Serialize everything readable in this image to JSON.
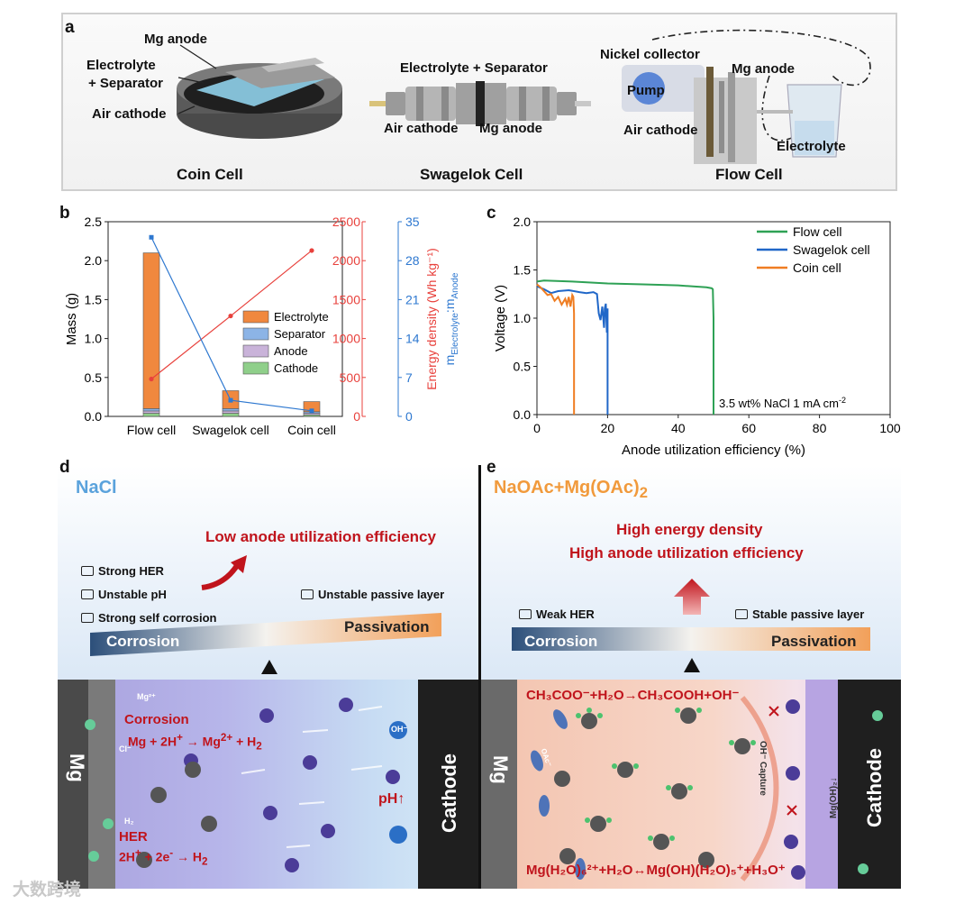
{
  "panel_a": {
    "letter": "a",
    "coin": {
      "caption": "Coin Cell",
      "mg_anode": "Mg anode",
      "electrolyte_1": "Electrolyte",
      "electrolyte_2": "+ Separator",
      "air_cathode": "Air cathode"
    },
    "swagelok": {
      "caption": "Swagelok Cell",
      "electrolyte": "Electrolyte + Separator",
      "air_cathode": "Air cathode",
      "mg_anode": "Mg anode"
    },
    "flow": {
      "caption": "Flow Cell",
      "nickel": "Nickel collector",
      "pump": "Pump",
      "mg_anode": "Mg anode",
      "air_cathode": "Air cathode",
      "electrolyte": "Electrolyte"
    }
  },
  "panel_b": {
    "letter": "b",
    "colors": {
      "electrolyte": "#f0883e",
      "separator": "#8cb4e6",
      "anode": "#c9b3d9",
      "cathode": "#8fcf8a",
      "energy": "#e8413c",
      "ratio": "#2e78d0"
    }
  },
  "panel_c": {
    "letter": "c",
    "annotation_1": "3.5 wt% NaCl",
    "annotation_2": "1 mA cm",
    "annotation_sup": "-2",
    "colors": {
      "flow": "#2ea155",
      "swagelok": "#2067c8",
      "coin": "#ef7d22"
    }
  },
  "panel_d": {
    "letter": "d",
    "title": "NaCl",
    "headline": "Low anode utilization efficiency",
    "checks": [
      "Strong HER",
      "Unstable pH",
      "Strong self corrosion"
    ],
    "passive": "Unstable passive layer",
    "scale_left": "Corrosion",
    "scale_right": "Passivation",
    "mg": "Mg",
    "cathode": "Cathode",
    "corrosion_title": "Corrosion",
    "corrosion_eq_1": "Mg + 2H",
    "corrosion_eq_2": " → Mg",
    "corrosion_eq_3": " + H",
    "her_title": "HER",
    "her_eq_1": "2H",
    "her_eq_2": " + 2e",
    "her_eq_3": " → H",
    "ph": "pH↑",
    "ion_mg": "Mg²⁺",
    "ion_cl": "Cl⁻",
    "ion_h2": "H₂",
    "ion_oh": "OH⁻"
  },
  "panel_e": {
    "letter": "e",
    "title_1": "NaOAc+Mg(OAc)",
    "title_sub": "2",
    "headline_1": "High energy density",
    "headline_2": "High anode utilization efficiency",
    "check_left": "Weak HER",
    "check_right": "Stable passive layer",
    "scale_left": "Corrosion",
    "scale_right": "Passivation",
    "mg": "Mg",
    "cathode": "Cathode",
    "eq_top": "CH₃COO⁻+H₂O→CH₃COOH+OH⁻",
    "eq_bottom": "Mg(H₂O)₆²⁺+H₂O↔Mg(OH)(H₂O)₅⁺+H₃O⁺",
    "oh_capture": "OH⁻ Capture",
    "mgoh2": "Mg(OH)₂↓",
    "oac": "OAc⁻"
  },
  "watermark": "大数跨境",
  "chart_data": [
    {
      "type": "bar",
      "panel": "b",
      "categories": [
        "Flow cell",
        "Swagelok cell",
        "Coin cell"
      ],
      "stacked_series": [
        {
          "name": "Cathode",
          "values": [
            0.04,
            0.04,
            0.02
          ]
        },
        {
          "name": "Anode",
          "values": [
            0.03,
            0.03,
            0.02
          ]
        },
        {
          "name": "Separator",
          "values": [
            0.03,
            0.03,
            0.02
          ]
        },
        {
          "name": "Electrolyte",
          "values": [
            2.0,
            0.23,
            0.13
          ]
        }
      ],
      "line_series": [
        {
          "axis": "right1",
          "values": [
            480,
            1290,
            2130
          ]
        },
        {
          "axis": "right2",
          "values": [
            32.2,
            2.9,
            1.0
          ]
        }
      ],
      "ylabel": "Mass (g)",
      "ylim": [
        0,
        2.5
      ],
      "yticks": [
        "0.0",
        "0.5",
        "1.0",
        "1.5",
        "2.0",
        "2.5"
      ],
      "y2label": "Energy density (Wh kg⁻¹)",
      "y2lim": [
        0,
        2500
      ],
      "y2ticks": [
        "0",
        "500",
        "1000",
        "1500",
        "2000",
        "2500"
      ],
      "y3label_main": "m",
      "y3label_sub1": "Electrolyte",
      "y3label_mid": ":m",
      "y3label_sub2": "Anode",
      "y3lim": [
        0,
        35
      ],
      "y3ticks": [
        "0",
        "7",
        "14",
        "21",
        "28",
        "35"
      ],
      "legend": [
        "Electrolyte",
        "Separator",
        "Anode",
        "Cathode"
      ],
      "legend_position": "right"
    },
    {
      "type": "line",
      "panel": "c",
      "xlabel": "Anode utilization efficiency (%)",
      "ylabel": "Voltage (V)",
      "xlim": [
        0,
        100
      ],
      "ylim": [
        0,
        2.0
      ],
      "xticks": [
        "0",
        "20",
        "40",
        "60",
        "80",
        "100"
      ],
      "yticks": [
        "0.0",
        "0.5",
        "1.0",
        "1.5",
        "2.0"
      ],
      "legend_position": "top-right",
      "series": [
        {
          "name": "Flow cell",
          "x": [
            0,
            2,
            10,
            20,
            30,
            40,
            48,
            49.5,
            49.8,
            50,
            50
          ],
          "y": [
            1.38,
            1.39,
            1.38,
            1.36,
            1.35,
            1.34,
            1.32,
            1.31,
            1.3,
            1.0,
            0.0
          ]
        },
        {
          "name": "Swagelok cell",
          "x": [
            0,
            2,
            4,
            6,
            9,
            12,
            14,
            16,
            17,
            17.5,
            18,
            18.5,
            19,
            19.2,
            19.5,
            19.8,
            20,
            20
          ],
          "y": [
            1.33,
            1.3,
            1.26,
            1.28,
            1.29,
            1.27,
            1.26,
            1.27,
            1.25,
            1.05,
            0.98,
            1.12,
            0.9,
            1.1,
            1.15,
            0.85,
            1.1,
            0.0
          ]
        },
        {
          "name": "Coin cell",
          "x": [
            0,
            1,
            2,
            3,
            4,
            5,
            6,
            7,
            8,
            8.5,
            9,
            9.5,
            10,
            10.3,
            10.5,
            10.5
          ],
          "y": [
            1.35,
            1.32,
            1.28,
            1.24,
            1.25,
            1.18,
            1.22,
            1.14,
            1.2,
            1.14,
            1.22,
            1.12,
            1.24,
            1.22,
            1.05,
            0.0
          ]
        }
      ]
    }
  ]
}
